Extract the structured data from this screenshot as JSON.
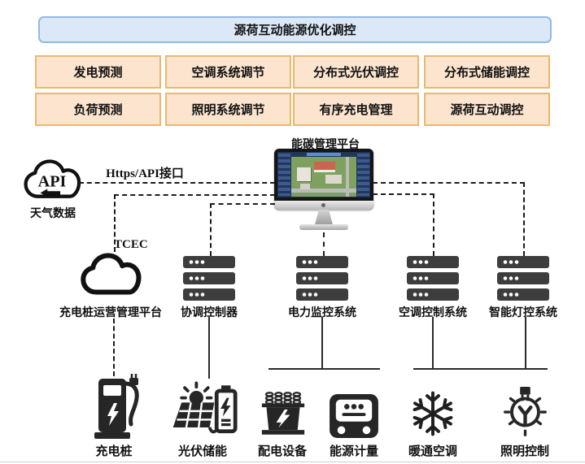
{
  "banner": {
    "label": "源荷互动能源优化调控"
  },
  "modules": [
    {
      "label": "发电预测"
    },
    {
      "label": "空调系统调节"
    },
    {
      "label": "分布式光伏调控"
    },
    {
      "label": "分布式储能调控"
    },
    {
      "label": "负荷预测"
    },
    {
      "label": "照明系统调节"
    },
    {
      "label": "有序充电管理"
    },
    {
      "label": "源荷互动调控"
    }
  ],
  "platform": {
    "label": "能碳管理平台"
  },
  "api": {
    "cloud_text": "API",
    "weather_label": "天气数据",
    "link_label": "Https/API接口"
  },
  "tcec": {
    "label": "TCEC"
  },
  "charging_platform": {
    "label": "充电桩运营管理平台"
  },
  "systems": [
    {
      "label": "协调控制器",
      "icon": "server-icon"
    },
    {
      "label": "电力监控系统",
      "icon": "server-icon"
    },
    {
      "label": "空调控制系统",
      "icon": "server-icon"
    },
    {
      "label": "智能灯控系统",
      "icon": "server-icon"
    }
  ],
  "devices": [
    {
      "label": "充电桩",
      "icon": "ev-charger-icon"
    },
    {
      "label": "光伏储能",
      "icon": "solar-battery-icon"
    },
    {
      "label": "配电设备",
      "icon": "transformer-icon"
    },
    {
      "label": "能源计量",
      "icon": "energy-meter-icon"
    },
    {
      "label": "暖通空调",
      "icon": "snowflake-icon"
    },
    {
      "label": "照明控制",
      "icon": "light-bulb-icon"
    }
  ],
  "colors": {
    "banner_fill": "#dbe8f8",
    "banner_border": "#92b9e2",
    "module_fill": "#fce4ce",
    "module_border": "#e9b96e",
    "line": "#1c1c1c",
    "icon": "#262626",
    "server": "#3d3d3d"
  }
}
